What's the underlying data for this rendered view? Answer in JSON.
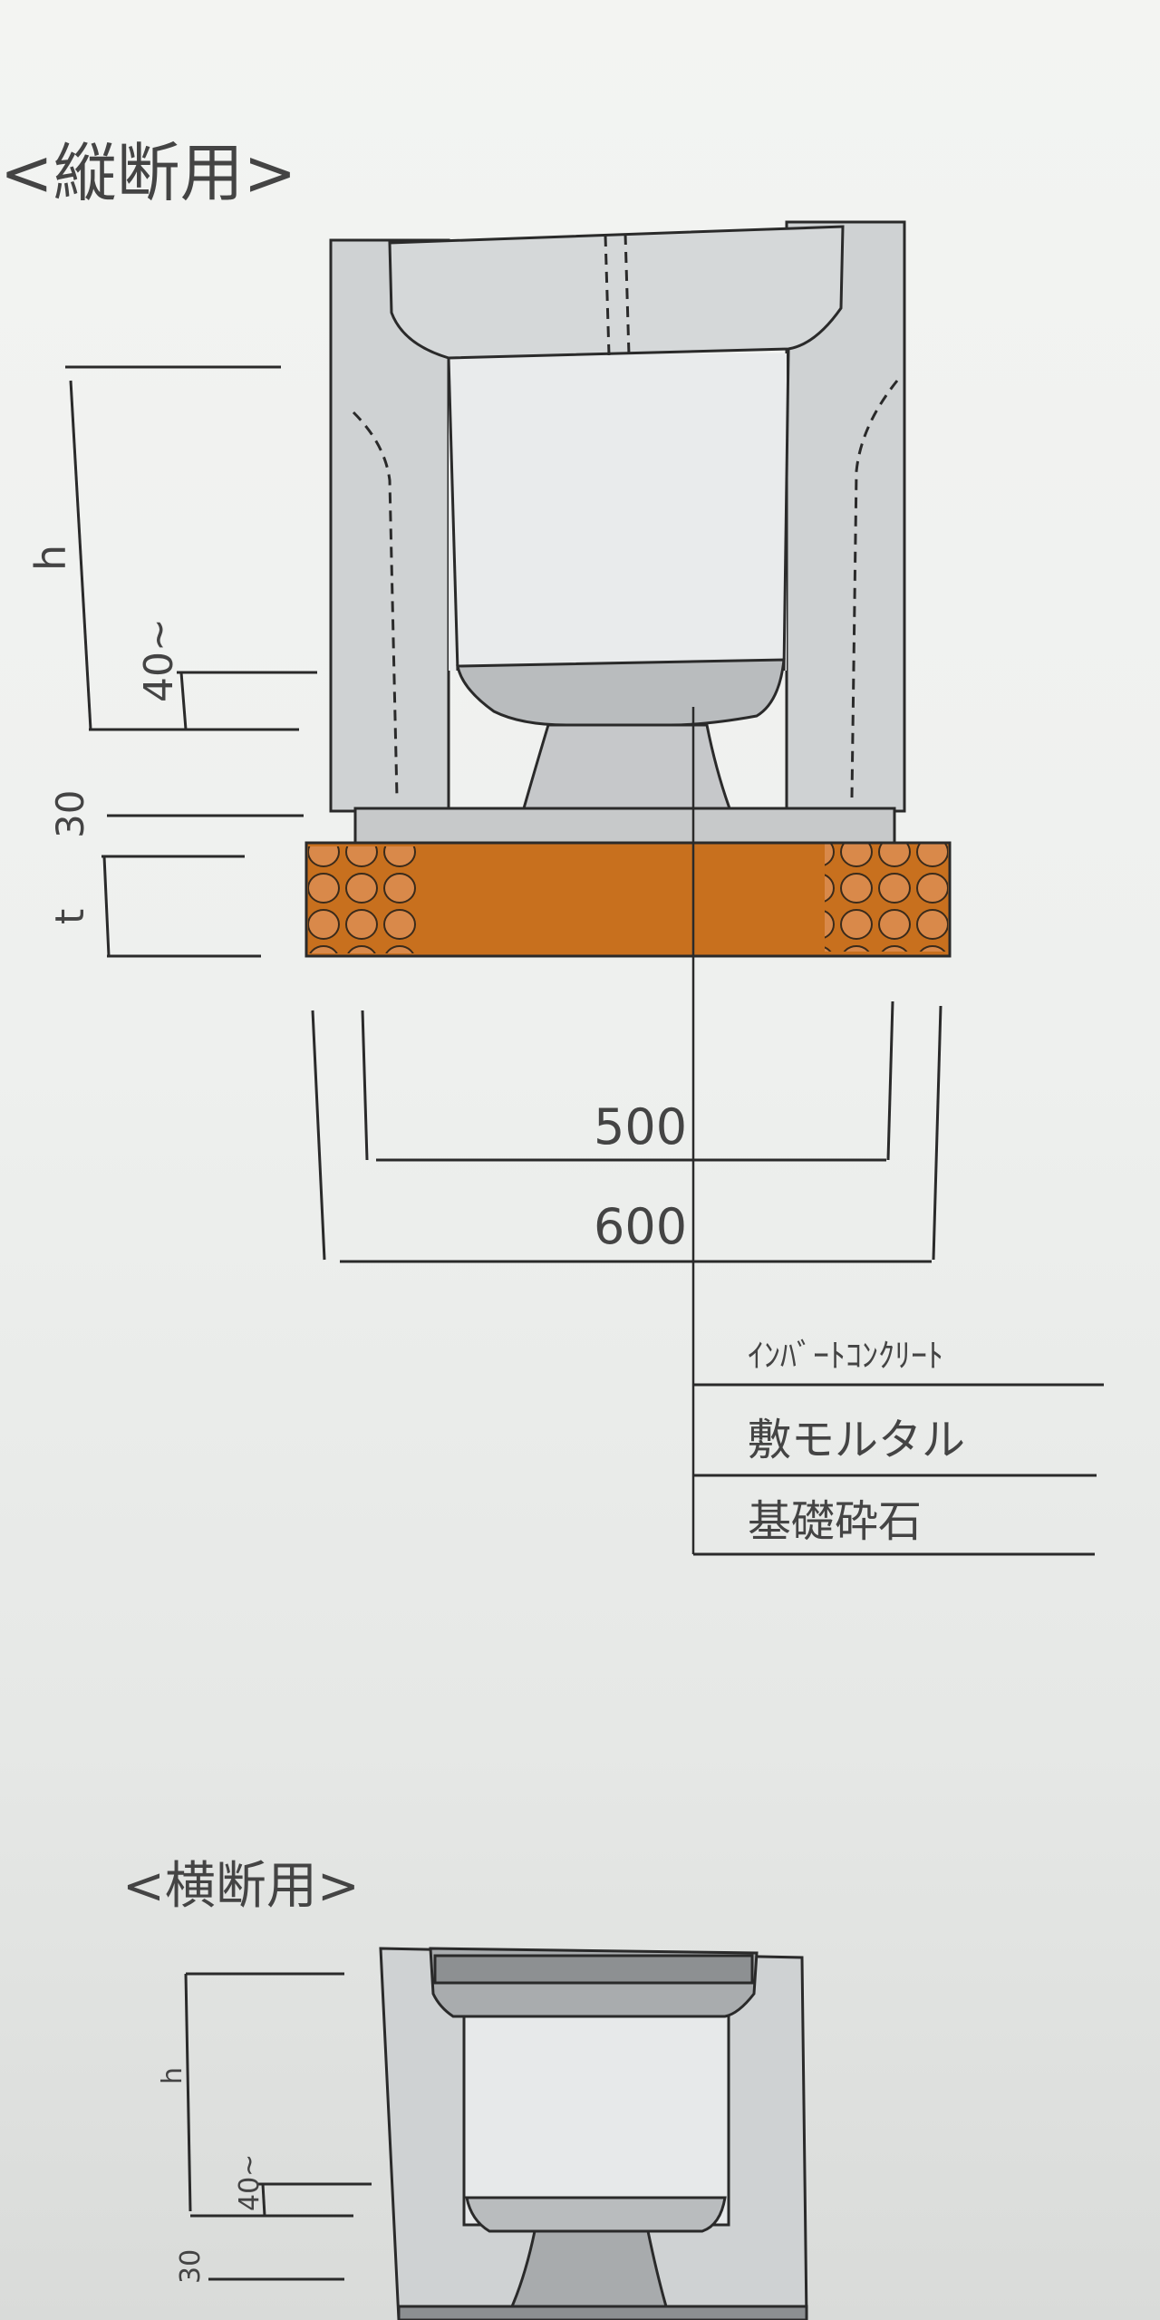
{
  "section_titles": {
    "longitudinal": "<縦断用>",
    "transverse": "<横断用>"
  },
  "dimensions": {
    "h": "h",
    "invert_min": "40~",
    "mortar": "30",
    "t": "t",
    "inner_width": "500",
    "outer_width": "600"
  },
  "legend": {
    "invert": "ｲﾝﾊﾞｰﾄｺﾝｸﾘｰﾄ",
    "mortar": "敷モルタル",
    "gravel": "基礎砕石"
  },
  "transverse_dimensions": {
    "h": "h",
    "invert_min": "40~",
    "mortar": "30"
  },
  "colors": {
    "concrete": "#cfd2d3",
    "invert": "#b9bcbe",
    "mortar_layer": "#c7c9ca",
    "gravel": "#c8701e",
    "stone": "#d9894a",
    "line": "#2a2a2a"
  }
}
